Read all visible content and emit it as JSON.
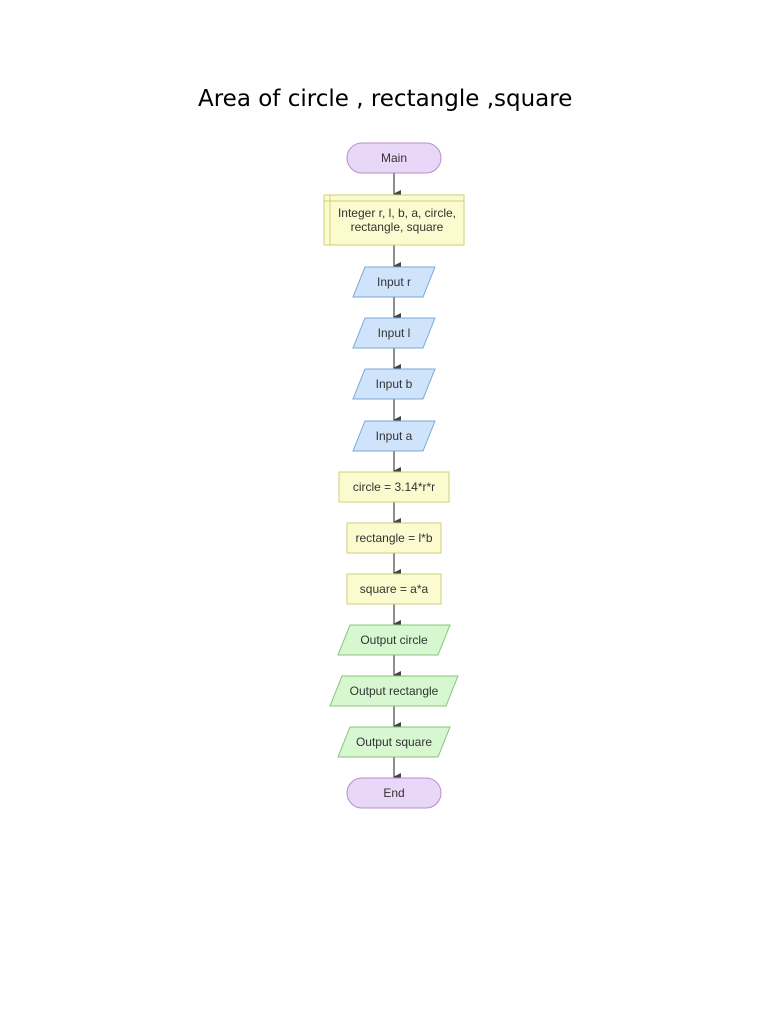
{
  "title": "Area of circle , rectangle ,square",
  "colors": {
    "terminal_fill": "#e9d7f7",
    "terminal_stroke": "#b48fd0",
    "declare_fill": "#fbfbcf",
    "declare_stroke": "#cfcf7a",
    "input_fill": "#cfe4fb",
    "input_stroke": "#7aa9d6",
    "assign_fill": "#fbfbcf",
    "assign_stroke": "#cfcf7a",
    "output_fill": "#d6f7d0",
    "output_stroke": "#86c47a",
    "arrow": "#444444"
  },
  "flowchart": {
    "nodes": [
      {
        "id": "main",
        "kind": "terminal",
        "lines": [
          "Main"
        ]
      },
      {
        "id": "declare",
        "kind": "declare",
        "lines": [
          "Integer r, l, b, a, circle,",
          "rectangle, square"
        ]
      },
      {
        "id": "input-r",
        "kind": "input",
        "lines": [
          "Input r"
        ]
      },
      {
        "id": "input-l",
        "kind": "input",
        "lines": [
          "Input l"
        ]
      },
      {
        "id": "input-b",
        "kind": "input",
        "lines": [
          "Input b"
        ]
      },
      {
        "id": "input-a",
        "kind": "input",
        "lines": [
          "Input a"
        ]
      },
      {
        "id": "assign-circle",
        "kind": "assign",
        "lines": [
          "circle = 3.14*r*r"
        ]
      },
      {
        "id": "assign-rectangle",
        "kind": "assign",
        "lines": [
          "rectangle = l*b"
        ]
      },
      {
        "id": "assign-square",
        "kind": "assign",
        "lines": [
          "square = a*a"
        ]
      },
      {
        "id": "output-circle",
        "kind": "output",
        "lines": [
          "Output circle"
        ]
      },
      {
        "id": "output-rectangle",
        "kind": "output",
        "lines": [
          "Output rectangle"
        ]
      },
      {
        "id": "output-square",
        "kind": "output",
        "lines": [
          "Output square"
        ]
      },
      {
        "id": "end",
        "kind": "terminal",
        "lines": [
          "End"
        ]
      }
    ]
  }
}
